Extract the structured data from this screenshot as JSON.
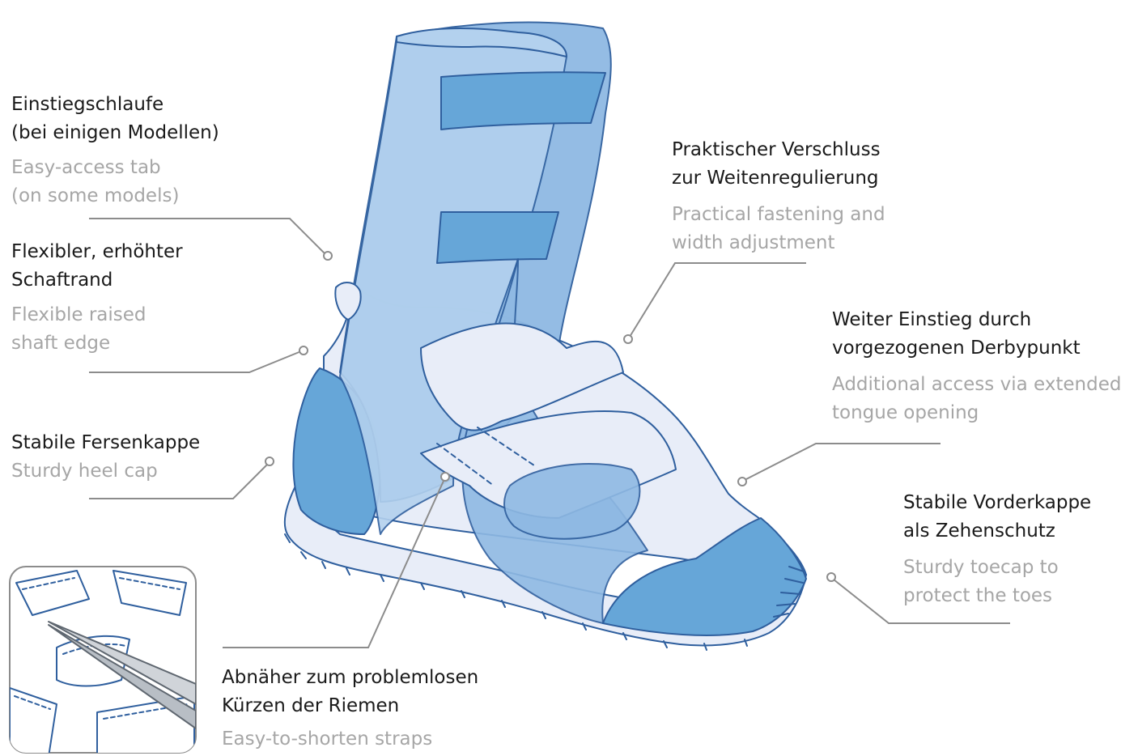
{
  "callouts": {
    "tab": {
      "de": [
        "Einstiegschlaufe",
        "(bei einigen Modellen)"
      ],
      "en": [
        "Easy-access tab",
        "(on some models)"
      ]
    },
    "shaft": {
      "de": [
        "Flexibler, erhöhter",
        "Schaftrand"
      ],
      "en": [
        "Flexible raised",
        "shaft edge"
      ]
    },
    "heel": {
      "de": [
        "Stabile Fersenkappe"
      ],
      "en": [
        "Sturdy heel cap"
      ]
    },
    "closure": {
      "de": [
        "Praktischer Verschluss",
        "zur Weitenregulierung"
      ],
      "en": [
        "Practical fastening and",
        "width adjustment"
      ]
    },
    "entry": {
      "de": [
        "Weiter Einstieg durch",
        "vorgezogenen Derbypunkt"
      ],
      "en": [
        "Additional access via extended",
        "tongue opening"
      ]
    },
    "toecap": {
      "de": [
        "Stabile Vorderkappe",
        "als Zehenschutz"
      ],
      "en": [
        "Sturdy toecap to",
        "protect the toes"
      ]
    },
    "straps": {
      "de": [
        "Abnäher zum problemlosen",
        "Kürzen der Riemen"
      ],
      "en": [
        "Easy-to-shorten straps"
      ]
    }
  },
  "colors": {
    "shaft_light": "#b3d1ee",
    "shaft_mid": "#8fb9e3",
    "cap_blue": "#66a6d8",
    "shoe_pale": "#e8edf8",
    "outline": "#2f5f9e",
    "leader": "#8c8c8c"
  },
  "icons": {
    "inset": "scissors-cutting-strap-icon"
  }
}
